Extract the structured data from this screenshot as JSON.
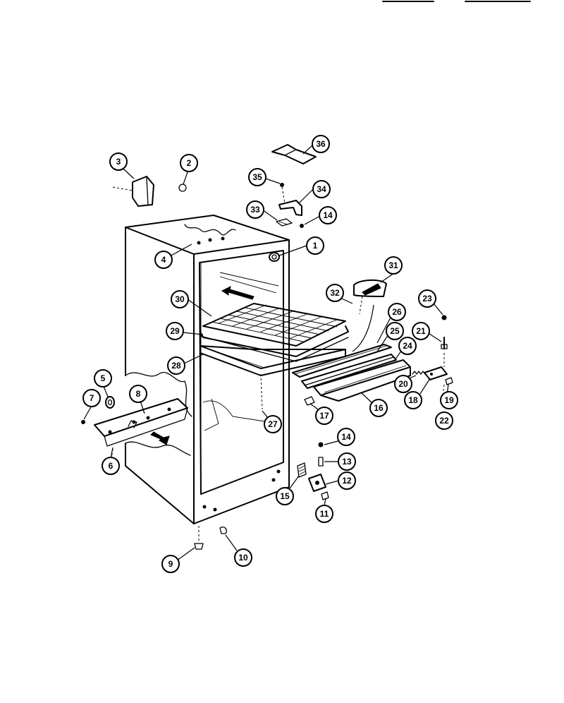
{
  "callouts": [
    {
      "id": "c1",
      "label": "1"
    },
    {
      "id": "c2",
      "label": "2"
    },
    {
      "id": "c3",
      "label": "3"
    },
    {
      "id": "c4",
      "label": "4"
    },
    {
      "id": "c5",
      "label": "5"
    },
    {
      "id": "c6",
      "label": "6"
    },
    {
      "id": "c7",
      "label": "7"
    },
    {
      "id": "c8",
      "label": "8"
    },
    {
      "id": "c9",
      "label": "9"
    },
    {
      "id": "c10",
      "label": "10"
    },
    {
      "id": "c11",
      "label": "11"
    },
    {
      "id": "c12",
      "label": "12"
    },
    {
      "id": "c13",
      "label": "13"
    },
    {
      "id": "c14a",
      "label": "14"
    },
    {
      "id": "c14b",
      "label": "14"
    },
    {
      "id": "c15",
      "label": "15"
    },
    {
      "id": "c16",
      "label": "16"
    },
    {
      "id": "c17",
      "label": "17"
    },
    {
      "id": "c18",
      "label": "18"
    },
    {
      "id": "c19",
      "label": "19"
    },
    {
      "id": "c20",
      "label": "20"
    },
    {
      "id": "c21",
      "label": "21"
    },
    {
      "id": "c22",
      "label": "22"
    },
    {
      "id": "c23",
      "label": "23"
    },
    {
      "id": "c24",
      "label": "24"
    },
    {
      "id": "c25",
      "label": "25"
    },
    {
      "id": "c26",
      "label": "26"
    },
    {
      "id": "c27",
      "label": "27"
    },
    {
      "id": "c28",
      "label": "28"
    },
    {
      "id": "c29",
      "label": "29"
    },
    {
      "id": "c30",
      "label": "30"
    },
    {
      "id": "c31",
      "label": "31"
    },
    {
      "id": "c32",
      "label": "32"
    },
    {
      "id": "c33",
      "label": "33"
    },
    {
      "id": "c34",
      "label": "34"
    },
    {
      "id": "c35",
      "label": "35"
    },
    {
      "id": "c36",
      "label": "36"
    }
  ]
}
